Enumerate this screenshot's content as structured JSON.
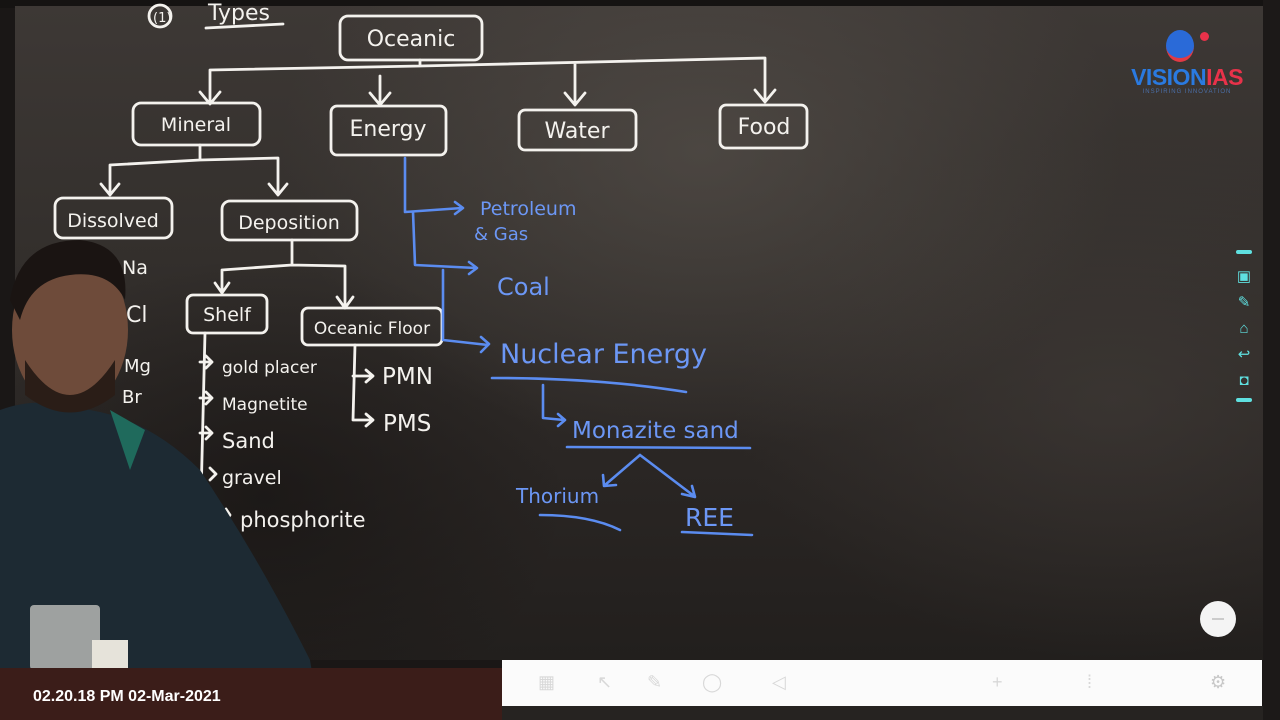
{
  "board": {
    "header": {
      "number": "(1)",
      "title": "Types"
    },
    "root": "Oceanic",
    "categories": [
      "Mineral",
      "Energy",
      "Water",
      "Food"
    ],
    "mineral": {
      "children": [
        "Dissolved",
        "Deposition"
      ],
      "dissolved_items": [
        "Na",
        "Cl",
        "Mg",
        "Br"
      ],
      "deposition_children": [
        "Shelf",
        "Oceanic Floor"
      ],
      "shelf_items": [
        "gold placer",
        "Magnetite",
        "Sand",
        "gravel",
        "phosphorite"
      ],
      "ocean_floor_items": [
        "PMN",
        "PMS"
      ]
    },
    "energy": {
      "items": [
        "Petroleum",
        "& Gas",
        "Coal",
        "Nuclear Energy"
      ],
      "nuclear_source": "Monazite sand",
      "monazite_products": [
        "Thorium",
        "REE"
      ]
    },
    "ink_colors": {
      "white": "#f4f2ee",
      "blue": "#5b8cf0"
    }
  },
  "logo": {
    "brand_a": "VISION",
    "brand_b": "IAS",
    "tagline": "INSPIRING INNOVATION"
  },
  "toolbar": {
    "icons": [
      "minimize-icon",
      "screen-icon",
      "pen-icon",
      "home-icon",
      "undo-icon",
      "window-icon",
      "minimize-icon"
    ]
  },
  "timestamp": "02.20.18 PM 02-Mar-2021"
}
